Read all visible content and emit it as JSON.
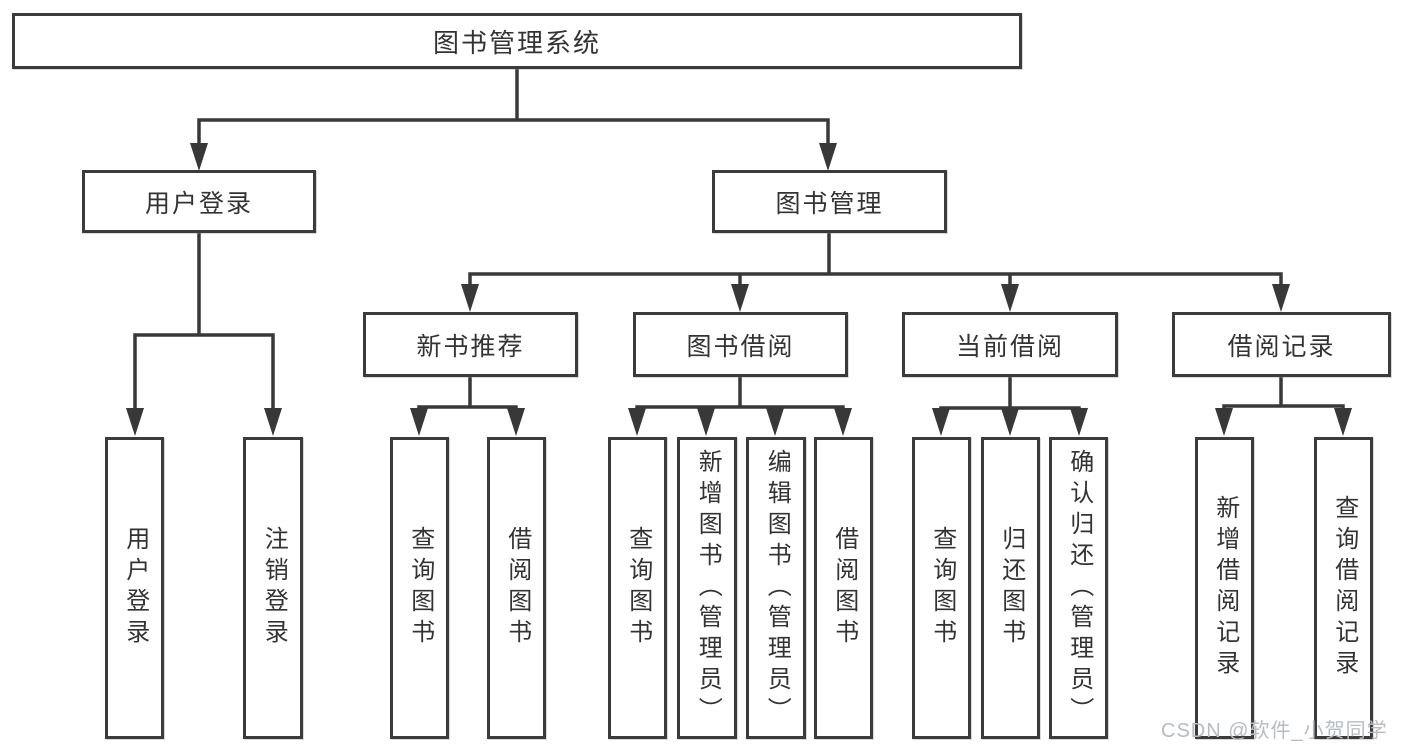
{
  "tree": {
    "label": "图书管理系统",
    "children": [
      {
        "label": "用户登录",
        "children": [
          {
            "label": "用户登录"
          },
          {
            "label": "注销登录"
          }
        ]
      },
      {
        "label": "图书管理",
        "children": [
          {
            "label": "新书推荐",
            "children": [
              {
                "label": "查询图书"
              },
              {
                "label": "借阅图书"
              }
            ]
          },
          {
            "label": "图书借阅",
            "children": [
              {
                "label": "查询图书"
              },
              {
                "label": "新增图书（管理员）"
              },
              {
                "label": "编辑图书（管理员）"
              },
              {
                "label": "借阅图书"
              }
            ]
          },
          {
            "label": "当前借阅",
            "children": [
              {
                "label": "查询图书"
              },
              {
                "label": "归还图书"
              },
              {
                "label": "确认归还（管理员）"
              }
            ]
          },
          {
            "label": "借阅记录",
            "children": [
              {
                "label": "新增借阅记录"
              },
              {
                "label": "查询借阅记录"
              }
            ]
          }
        ]
      }
    ]
  },
  "watermark": "CSDN @软件_小贺同学",
  "colors": {
    "line": "#383838",
    "box_border": "#3b3b3b",
    "text": "#333333",
    "watermark": "#b6bcc2",
    "background": "#ffffff"
  }
}
